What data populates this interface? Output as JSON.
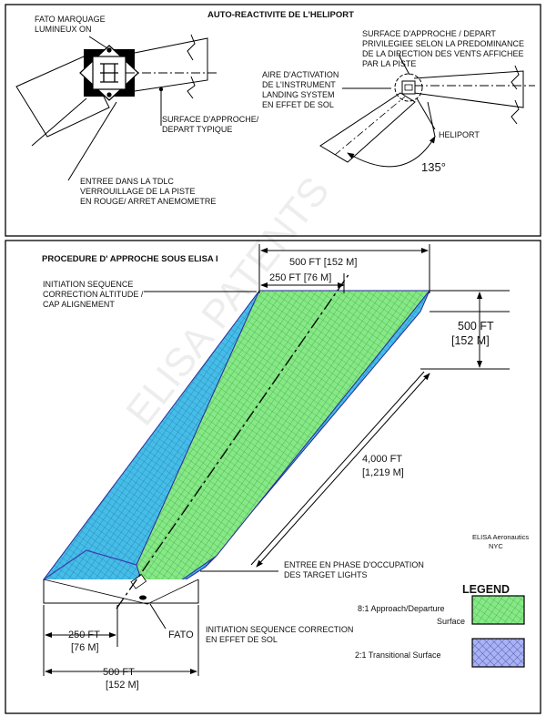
{
  "top_panel": {
    "title": "AUTO-REACTIVITE DE L'HELIPORT",
    "fato_marquage": [
      "FATO MARQUAGE",
      "LUMINEUX ON"
    ],
    "surface_typique": [
      "SURFACE D'APPROCHE/",
      "DEPART TYPIQUE"
    ],
    "entree_tdlc": [
      "ENTREE DANS LA TDLC",
      "VERROUILLAGE DE LA PISTE",
      "EN ROUGE/ ARRET ANEMOMETRE"
    ],
    "surface_privilegiee": [
      "SURFACE D'APPROCHE / DEPART",
      "PRIVILEGIEE SELON LA PREDOMINANCE",
      "DE LA DIRECTION DES VENTS AFFICHEE",
      "PAR LA PISTE"
    ],
    "aire_activation": [
      "AIRE D'ACTIVATION",
      "DE L'INSTRUMENT",
      "LANDING SYSTEM",
      "EN EFFET DE SOL"
    ],
    "heliport": "HELIPORT",
    "angle": "135°"
  },
  "bottom_panel": {
    "title": "PROCEDURE D' APPROCHE SOUS ELISA I",
    "initiation_alignement": [
      "INITIATION SEQUENCE",
      "CORRECTION ALTITUDE /",
      "CAP ALIGNEMENT"
    ],
    "dim_500_top": "500 FT [152 M]",
    "dim_250_top": "250 FT [76 M]",
    "dim_500_height": [
      "500 FT",
      "[152 M]"
    ],
    "dim_4000": [
      "4,000 FT",
      "[1,219 M]"
    ],
    "company": [
      "ELISA Aeronautics",
      "NYC"
    ],
    "entree_phase": [
      "ENTREE EN PHASE D'OCCUPATION",
      "DES TARGET LIGHTS"
    ],
    "dim_250_bottom": [
      "250 FT",
      "[76 M]"
    ],
    "fato": "FATO",
    "initiation_effet_sol": [
      "INITIATION SEQUENCE CORRECTION",
      "EN EFFET DE SOL"
    ],
    "dim_500_bottom": [
      "500 FT",
      "[152 M]"
    ]
  },
  "legend": {
    "title": "LEGEND",
    "approach_label": [
      "8:1 Approach/Departure",
      "Surface"
    ],
    "transitional_label": "2:1 Transitional Surface"
  },
  "watermark": "ELISA PATENTS",
  "colors": {
    "approach_fill": "#7fe37f",
    "transitional_fill": "#3fb8e6",
    "legend_transitional_fill": "#9aa8ee"
  }
}
